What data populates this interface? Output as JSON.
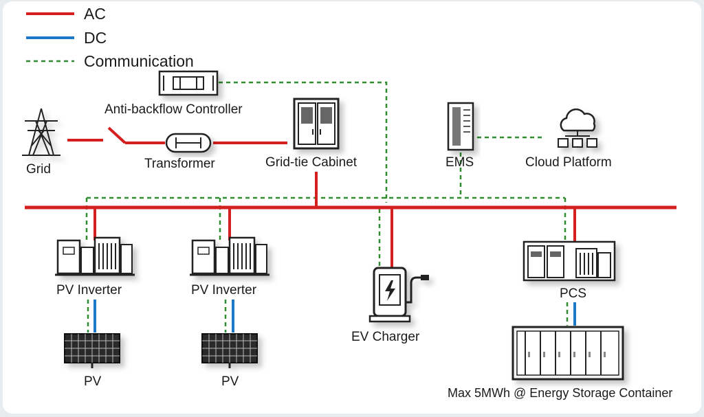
{
  "legend": {
    "ac": "AC",
    "dc": "DC",
    "communication": "Communication"
  },
  "colors": {
    "ac": "#d42020",
    "dc": "#1e78c8",
    "communication": "#2e8b2e"
  },
  "nodes": {
    "grid": "Grid",
    "anti_backflow": "Anti-backflow Controller",
    "transformer": "Transformer",
    "grid_tie_cabinet": "Grid-tie Cabinet",
    "ems": "EMS",
    "cloud_platform": "Cloud Platform",
    "pv_inverter_1": "PV Inverter",
    "pv_inverter_2": "PV Inverter",
    "ev_charger": "EV Charger",
    "pcs": "PCS",
    "pv_1": "PV",
    "pv_2": "PV",
    "storage": "Max 5MWh @ Energy Storage Container"
  }
}
